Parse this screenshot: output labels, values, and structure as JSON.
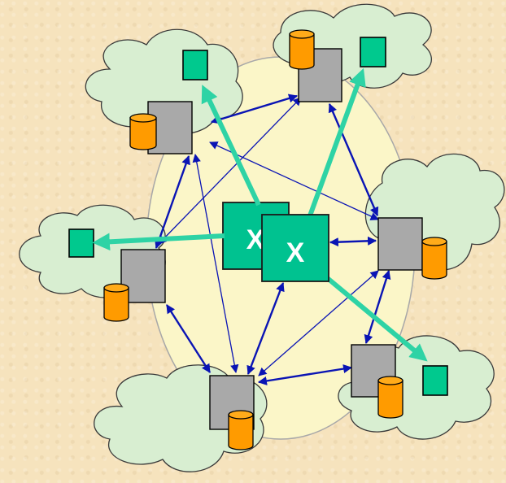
{
  "diagram": {
    "colors": {
      "background": "#f6e3bd",
      "hub_ellipse": "#fbf6c8",
      "cloud_fill": "#d8eed1",
      "server_box": "#a9a9a9",
      "database": "#ff9b00",
      "client_device": "#00c98e",
      "transform_box": "#00c290",
      "peer_link": "#0a14b4",
      "data_flow_link": "#2ed3a5"
    },
    "nodes": [
      {
        "id": "top-left",
        "has_database": true,
        "has_client": true
      },
      {
        "id": "top-center",
        "has_database": true,
        "has_client": true
      },
      {
        "id": "right",
        "has_database": true,
        "has_client": false
      },
      {
        "id": "bottom-right",
        "has_database": true,
        "has_client": true
      },
      {
        "id": "bottom-center",
        "has_database": true,
        "has_client": false
      },
      {
        "id": "left",
        "has_database": true,
        "has_client": true
      }
    ],
    "transforms": [
      {
        "label": "X"
      },
      {
        "label": "X"
      }
    ],
    "icons": [
      "cloud-icon",
      "server-icon",
      "database-icon",
      "client-device-icon"
    ]
  }
}
